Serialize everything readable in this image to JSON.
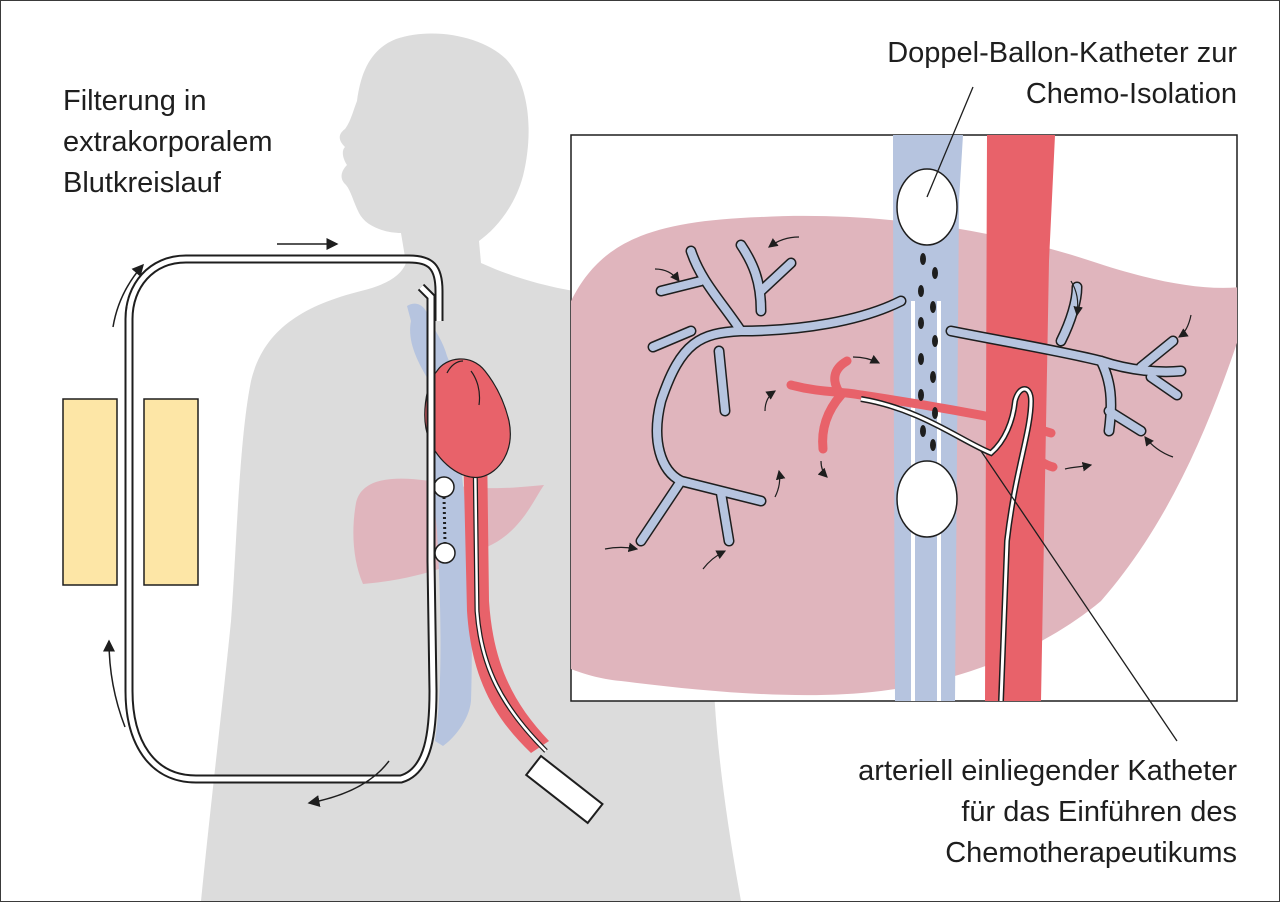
{
  "labels": {
    "extracorporeal_filter": [
      "Filterung in",
      "extrakorporalem",
      "Blutkreislauf"
    ],
    "double_balloon_catheter": [
      "Doppel-Ballon-Katheter zur",
      "Chemo-Isolation"
    ],
    "arterial_catheter": [
      "arteriell einliegender Katheter",
      "für das Einführen des",
      "Chemotherapeutikums"
    ]
  },
  "colors": {
    "silhouette": "#dcdcdc",
    "vein": "#b6c4df",
    "artery": "#e8626a",
    "liver": "#e0b5bd",
    "filter": "#fde6a6",
    "line": "#1e1e1e"
  }
}
